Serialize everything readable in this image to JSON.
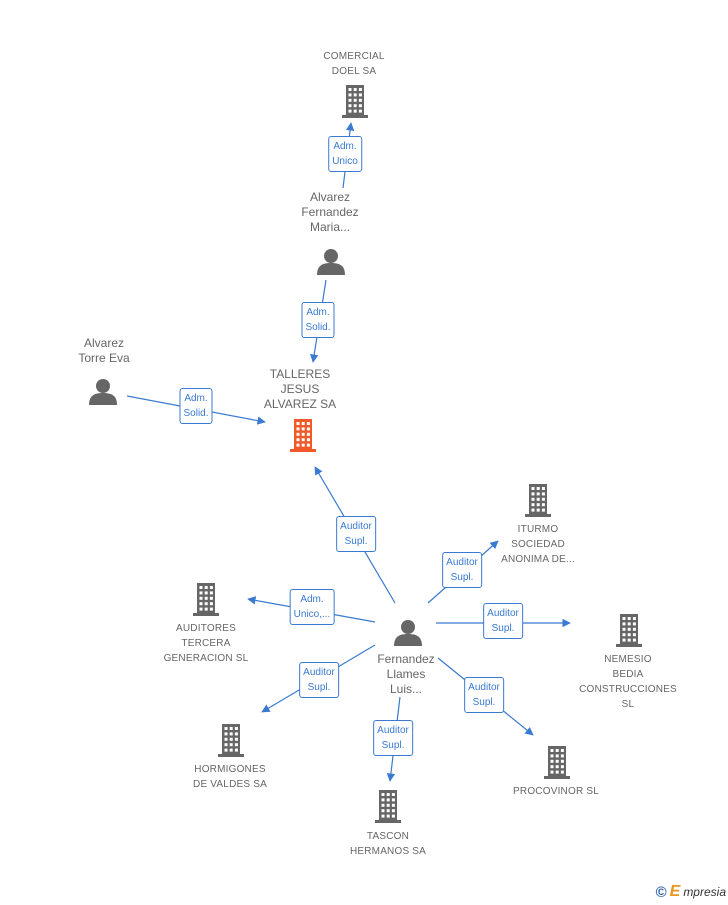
{
  "nodes": {
    "comercial_doel": {
      "label": "COMERCIAL\nDOEL SA",
      "icon": "building-icon",
      "color": "#666666"
    },
    "alvarez_fernandez": {
      "label": "Alvarez\nFernandez\nMaria...",
      "icon": "person-icon",
      "color": "#666666"
    },
    "alvarez_torre": {
      "label": "Alvarez\nTorre Eva",
      "icon": "person-icon",
      "color": "#666666"
    },
    "talleres": {
      "label": "TALLERES\nJESUS\nALVAREZ SA",
      "icon": "building-icon",
      "color": "#f05a28"
    },
    "iturmo": {
      "label": "ITURMO\nSOCIEDAD\nANONIMA DE...",
      "icon": "building-icon",
      "color": "#666666"
    },
    "auditores": {
      "label": "AUDITORES\nTERCERA\nGENERACION SL",
      "icon": "building-icon",
      "color": "#666666"
    },
    "fernandez_llames": {
      "label": "Fernandez\nLlames\nLuis...",
      "icon": "person-icon",
      "color": "#666666"
    },
    "nemesio": {
      "label": "NEMESIO\nBEDIA\nCONSTRUCCIONES SL",
      "icon": "building-icon",
      "color": "#666666"
    },
    "hormigones": {
      "label": "HORMIGONES\nDE VALDES SA",
      "icon": "building-icon",
      "color": "#666666"
    },
    "procovinor": {
      "label": "PROCOVINOR SL",
      "icon": "building-icon",
      "color": "#666666"
    },
    "tascon": {
      "label": "TASCON\nHERMANOS SA",
      "icon": "building-icon",
      "color": "#666666"
    }
  },
  "edges": {
    "e1": {
      "label": "Adm.\nUnico",
      "from": "alvarez_fernandez",
      "to": "comercial_doel"
    },
    "e2": {
      "label": "Adm.\nSolid.",
      "from": "alvarez_fernandez",
      "to": "talleres"
    },
    "e3": {
      "label": "Adm.\nSolid.",
      "from": "alvarez_torre",
      "to": "talleres"
    },
    "e4": {
      "label": "Auditor\nSupl.",
      "from": "fernandez_llames",
      "to": "talleres"
    },
    "e5": {
      "label": "Auditor\nSupl.",
      "from": "fernandez_llames",
      "to": "iturmo"
    },
    "e6": {
      "label": "Adm.\nUnico,...",
      "from": "fernandez_llames",
      "to": "auditores"
    },
    "e7": {
      "label": "Auditor\nSupl.",
      "from": "fernandez_llames",
      "to": "nemesio"
    },
    "e8": {
      "label": "Auditor\nSupl.",
      "from": "fernandez_llames",
      "to": "hormigones"
    },
    "e9": {
      "label": "Auditor\nSupl.",
      "from": "fernandez_llames",
      "to": "procovinor"
    },
    "e10": {
      "label": "Auditor\nSupl.",
      "from": "fernandez_llames",
      "to": "tascon"
    }
  },
  "colors": {
    "edge": "#3a7ad0",
    "node": "#666666",
    "focus": "#f05a28"
  },
  "footer": {
    "copyright": "©",
    "brand_initial": "E",
    "brand_rest": "mpresia"
  }
}
